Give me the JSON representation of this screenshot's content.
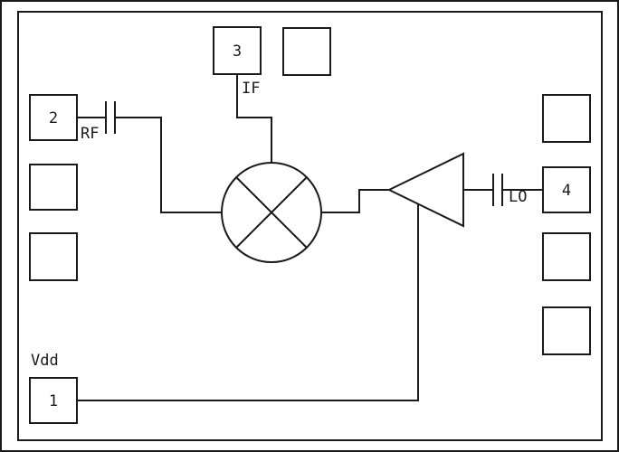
{
  "colors": {
    "line": "#1a1a1a",
    "background": "#ffffff"
  },
  "pads": {
    "pad1_label": "1",
    "pad2_label": "2",
    "pad3_label": "3",
    "pad4_label": "4"
  },
  "labels": {
    "rf": "RF",
    "if": "IF",
    "lo": "LO",
    "vdd": "Vdd"
  }
}
